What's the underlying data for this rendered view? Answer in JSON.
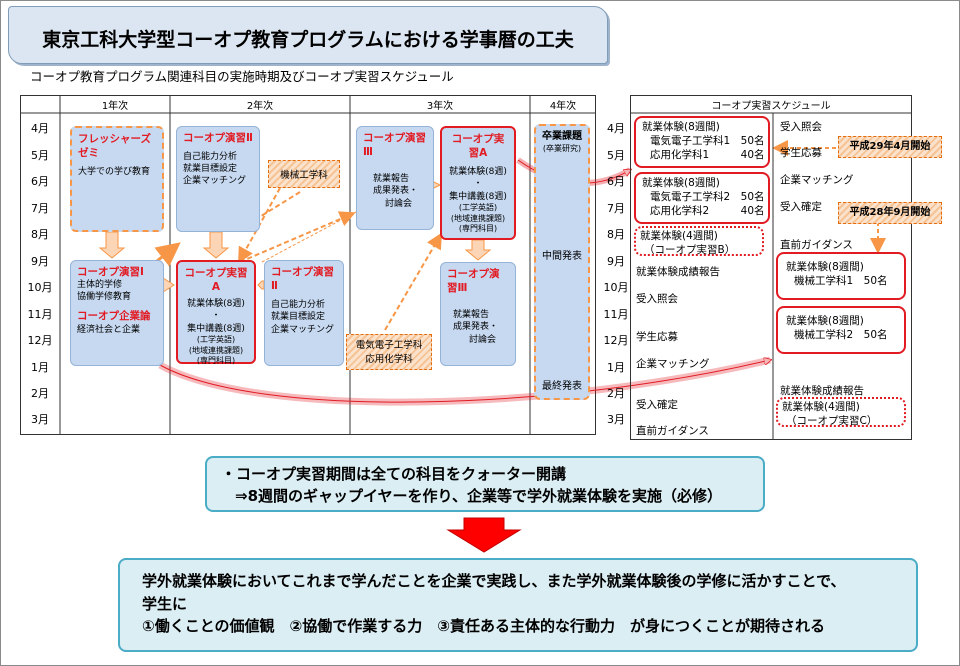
{
  "title": "東京工科大学型コーオプ教育プログラムにおける学事暦の工夫",
  "subtitle": "コーオプ教育プログラム関連科目の実施時期及びコーオプ実習スケジュール",
  "year_headers": [
    "1年次",
    "2年次",
    "3年次",
    "4年次"
  ],
  "months": [
    "4月",
    "5月",
    "6月",
    "7月",
    "8月",
    "9月",
    "10月",
    "11月",
    "12月",
    "1月",
    "2月",
    "3月"
  ],
  "boxes": {
    "freshers": {
      "title": "フレッシャーズゼミ",
      "body": "大学での学び教育"
    },
    "coop_ensyu1": {
      "title": "コーオプ演習Ⅰ",
      "body1": "主体的学修",
      "body2": "協働学修教育",
      "title2": "コーオプ企業論",
      "body3": "経済社会と企業"
    },
    "coop_ensyu2_a": {
      "title": "コーオプ演習Ⅱ",
      "lines": [
        "自己能力分析",
        "就業目標設定",
        "企業マッチング"
      ]
    },
    "kikai": "機械工学科",
    "coop_jissyu_a2": {
      "title": "コーオプ実習A",
      "lines": [
        "就業体験(8週)",
        "・",
        "集中講義(8週)",
        "(工学英語)",
        "(地域連携課題)",
        "(専門科目)"
      ]
    },
    "coop_ensyu2_b": {
      "title": "コーオプ演習Ⅱ",
      "lines": [
        "自己能力分析",
        "就業目標設定",
        "企業マッチング"
      ]
    },
    "coop_ensyu3_a": {
      "title": "コーオプ演習Ⅲ",
      "lines": [
        "就業報告",
        "成果発表・",
        "討論会"
      ]
    },
    "coop_jissyu_a3": {
      "title": "コーオプ実習A",
      "lines": [
        "就業体験(8週)",
        "・",
        "集中講義(8週)",
        "(工学英語)",
        "(地域連携課題)",
        "(専門科目)"
      ]
    },
    "coop_ensyu3_b": {
      "title": "コーオプ演習Ⅲ",
      "lines": [
        "就業報告",
        "成果発表・",
        "討論会"
      ]
    },
    "denki": [
      "電気電子工学科",
      "応用化学科"
    ],
    "sotsugyo": {
      "title": "卒業課題",
      "sub": "(卒業研究)",
      "mid": "中間発表",
      "final": "最終発表"
    }
  },
  "schedule": {
    "header": "コーオプ実習スケジュール",
    "left": {
      "block1": [
        "就業体験(8週間)",
        "電気電子工学科1　50名",
        "応用化学科1　　　40名"
      ],
      "block2": [
        "就業体験(8週間)",
        "電気電子工学科2　50名",
        "応用化学科2　　　40名"
      ],
      "block3": [
        "就業体験(4週間)",
        "（コーオプ実習B）"
      ],
      "items": [
        "就業体験成績報告",
        "受入照会",
        "学生応募",
        "企業マッチング",
        "受入確定",
        "直前ガイダンス"
      ]
    },
    "right": {
      "items_top": [
        "受入照会",
        "学生応募",
        "企業マッチング",
        "受入確定"
      ],
      "guidance": "直前ガイダンス",
      "block1": [
        "就業体験(8週間)",
        "機械工学科1　50名"
      ],
      "block2": [
        "就業体験(8週間)",
        "機械工学科2　50名"
      ],
      "report": "就業体験成績報告",
      "block3": [
        "就業体験(4週間)",
        "（コーオプ実習C）"
      ]
    },
    "badge_a": "平成29年4月開始",
    "badge_b": "平成28年9月開始"
  },
  "info1": {
    "line1": "・コーオプ実習期間は全ての科目をクォーター開講",
    "line2": "⇒8週間のギャップイヤーを作り、企業等で学外就業体験を実施（必修）"
  },
  "info2": {
    "line1": "学外就業体験においてこれまで学んだことを企業で実践し、また学外就業体験後の学修に活かすことで、",
    "line2": "学生に",
    "line3": "①働くことの価値観　②協働で作業する力　③責任ある主体的な行動力　が身につくことが期待される"
  },
  "colors": {
    "accent_red": "#e21b23",
    "box_blue": "#c6d9f1",
    "info_teal": "#4bacc6",
    "arrow_orange": "#f79646"
  }
}
